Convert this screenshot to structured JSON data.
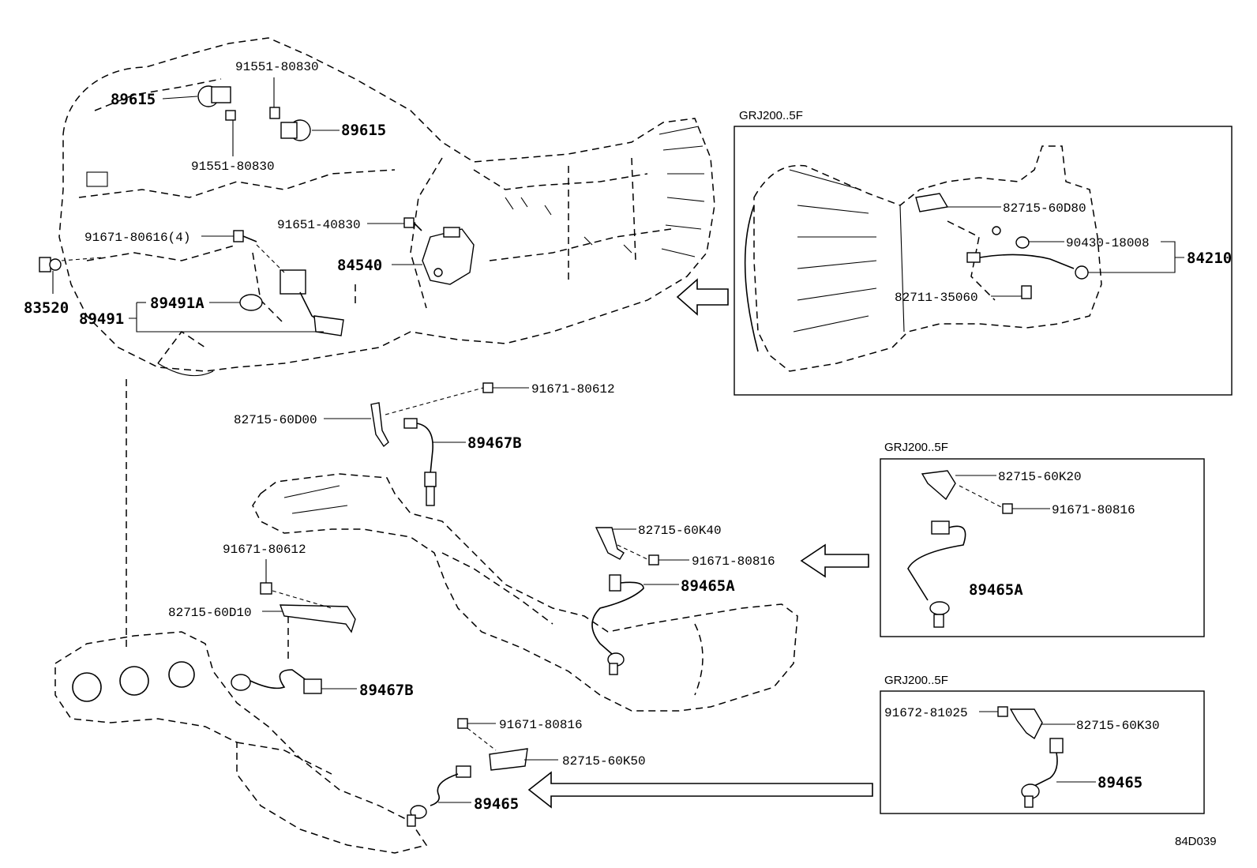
{
  "diagram_code": "84D039",
  "variant_boxes": [
    {
      "caption": "GRJ200..5F"
    },
    {
      "caption": "GRJ200..5F"
    },
    {
      "caption": "GRJ200..5F"
    }
  ],
  "labels": {
    "p89615_a": "89615",
    "p91551_80830_a": "91551-80830",
    "p89615_b": "89615",
    "p91551_80830_b": "91551-80830",
    "p91651_40830": "91651-40830",
    "p91671_80616": "91671-80616(4)",
    "p84540": "84540",
    "p83520": "83520",
    "p89491A": "89491A",
    "p89491": "89491",
    "p82715_60D80": "82715-60D80",
    "p90430_18008": "90430-18008",
    "p84210": "84210",
    "p82711_35060": "82711-35060",
    "p91671_80612_a": "91671-80612",
    "p82715_60D00": "82715-60D00",
    "p89467B_a": "89467B",
    "p82715_60K20": "82715-60K20",
    "p91671_80816_a": "91671-80816",
    "p89465A_box": "89465A",
    "p82715_60K40": "82715-60K40",
    "p91671_80816_b": "91671-80816",
    "p89465A": "89465A",
    "p91671_80612_b": "91671-80612",
    "p82715_60D10": "82715-60D10",
    "p89467B_b": "89467B",
    "p91672_81025": "91672-81025",
    "p82715_60K30": "82715-60K30",
    "p89465_box": "89465",
    "p91671_80816_c": "91671-80816",
    "p82715_60K50": "82715-60K50",
    "p89465": "89465"
  }
}
